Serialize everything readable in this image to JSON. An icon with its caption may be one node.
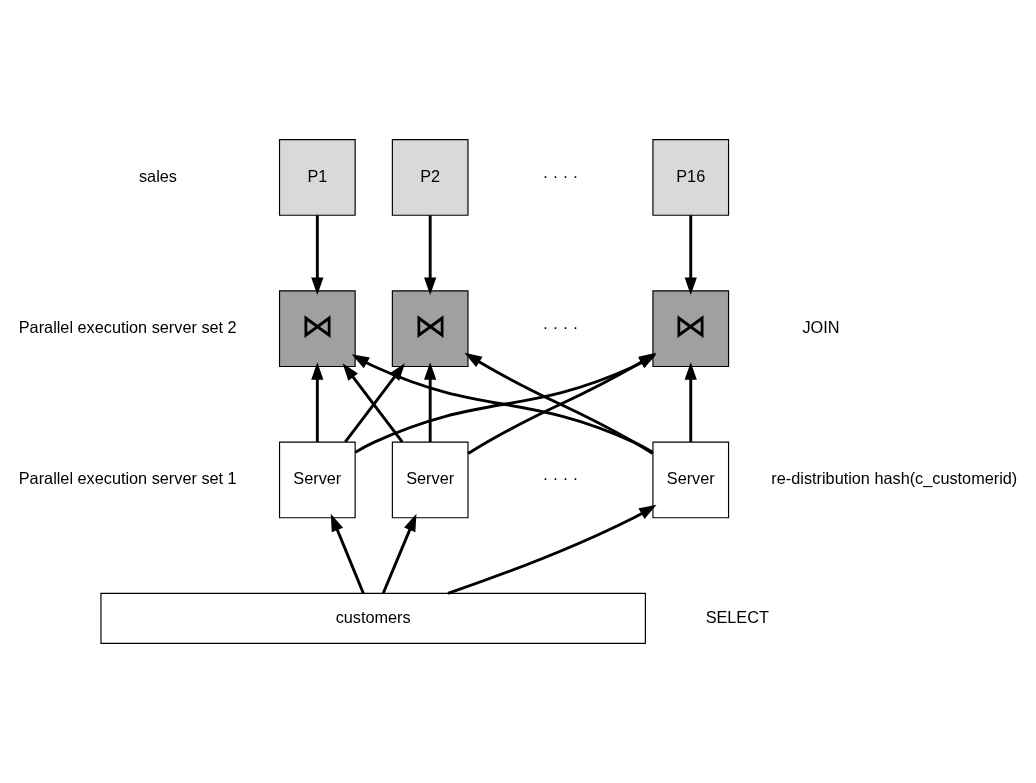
{
  "diagram": {
    "nodes": [
      {
        "text": [
          "P1"
        ]
      },
      {
        "text": [
          "P2"
        ]
      },
      {
        "text": [
          "P16"
        ]
      },
      {
        "text": [
          "⋈"
        ]
      },
      {
        "text": [
          "⋈"
        ]
      },
      {
        "text": [
          "⋈"
        ]
      },
      {
        "text": [
          "Server"
        ]
      },
      {
        "text": [
          "Server"
        ]
      },
      {
        "text": [
          "Server"
        ]
      },
      {
        "text": [
          "customers"
        ]
      }
    ],
    "edges": [
      {
        "from": 0,
        "to": 3,
        "arrow": "to"
      },
      {
        "from": 1,
        "to": 4,
        "arrow": "to"
      },
      {
        "from": 2,
        "to": 5,
        "arrow": "to"
      },
      {
        "from": 6,
        "to": 3,
        "arrow": "to"
      },
      {
        "from": 6,
        "to": 4,
        "arrow": "to"
      },
      {
        "from": 6,
        "to": 5,
        "arrow": "to"
      },
      {
        "from": 7,
        "to": 3,
        "arrow": "to"
      },
      {
        "from": 7,
        "to": 4,
        "arrow": "to"
      },
      {
        "from": 7,
        "to": 5,
        "arrow": "to"
      },
      {
        "from": 8,
        "to": 3,
        "arrow": "to"
      },
      {
        "from": 8,
        "to": 4,
        "arrow": "to"
      },
      {
        "from": 8,
        "to": 5,
        "arrow": "to"
      },
      {
        "from": 9,
        "to": 6,
        "arrow": "to"
      },
      {
        "from": 9,
        "to": 7,
        "arrow": "to"
      },
      {
        "from": 9,
        "to": 8,
        "arrow": "to"
      }
    ],
    "labels": [
      "sales",
      "· · · ·",
      "· · · ·",
      "Parallel execution server set 2",
      "JOIN",
      "Parallel execution server set 1",
      "· · · ·",
      "re-distribution hash(c_customerid)",
      "SELECT"
    ]
  }
}
